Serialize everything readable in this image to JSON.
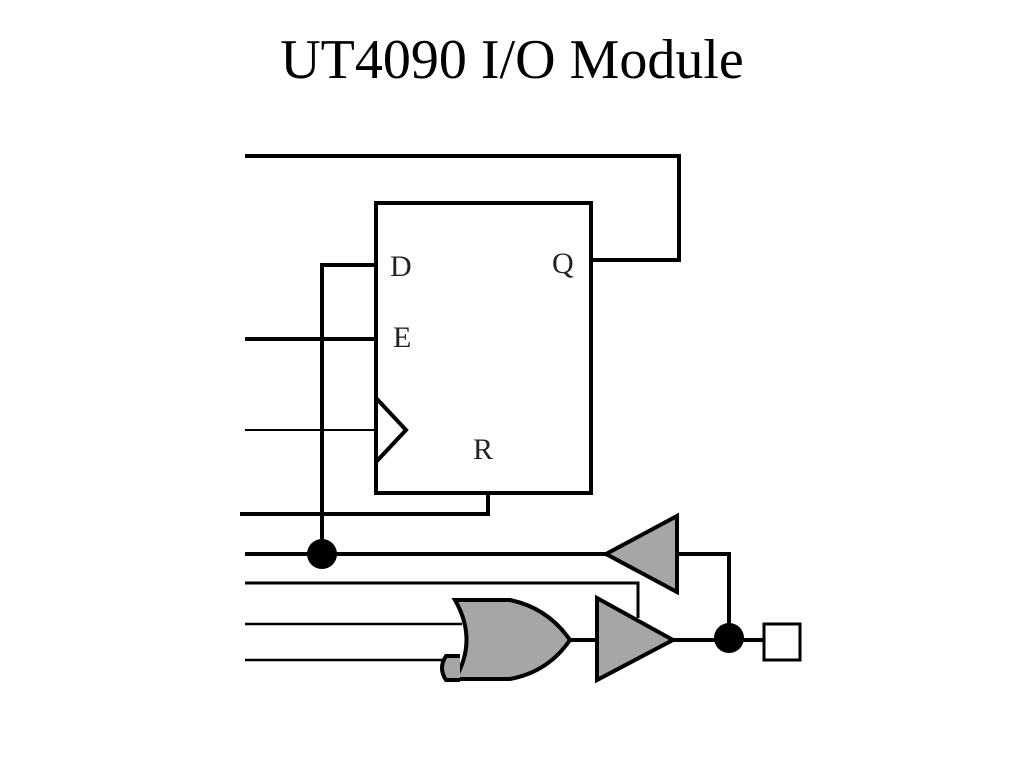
{
  "title": "UT4090 I/O Module",
  "flipflop": {
    "pin_d": "D",
    "pin_e": "E",
    "pin_q": "Q",
    "pin_r": "R"
  },
  "colors": {
    "wire": "#000000",
    "gate_fill": "#a6a6a6",
    "background": "#ffffff"
  }
}
